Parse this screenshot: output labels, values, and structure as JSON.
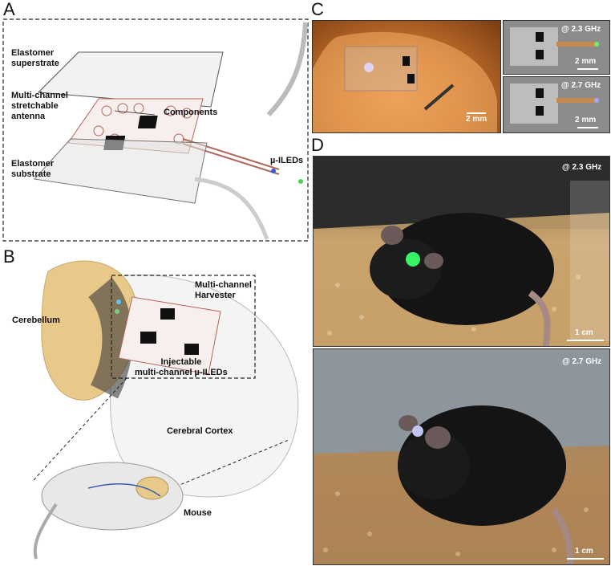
{
  "panels": {
    "A": {
      "letter": "A",
      "labels": {
        "superstrate": "Elastomer\nsuperstrate",
        "antenna": "Multi-channel\nstretchable\nantenna",
        "components": "Components",
        "substrate": "Elastomer\nsubstrate",
        "ileds": "µ-ILEDs"
      }
    },
    "B": {
      "letter": "B",
      "labels": {
        "cerebellum": "Cerebellum",
        "harvester": "Multi-channel\nHarvester",
        "injectable": "Injectable\nmulti-channel µ-ILEDs",
        "cortex": "Cerebral Cortex",
        "mouse": "Mouse"
      }
    },
    "C": {
      "letter": "C",
      "finger_scale": "2 mm",
      "freq_top": "@ 2.3 GHz",
      "scale_top": "2 mm",
      "freq_bottom": "@ 2.7 GHz",
      "scale_bottom": "2 mm"
    },
    "D": {
      "letter": "D",
      "freq_top": "@ 2.3 GHz",
      "scale_top": "1 cm",
      "freq_bottom": "@ 2.7 GHz",
      "scale_bottom": "1 cm"
    }
  },
  "colors": {
    "antenna_trace": "#b0685a",
    "green_led": "#39ff6a",
    "blue_led": "#a8b8ff",
    "brain": "#e8c98a",
    "bedding": "#c9a26c"
  }
}
